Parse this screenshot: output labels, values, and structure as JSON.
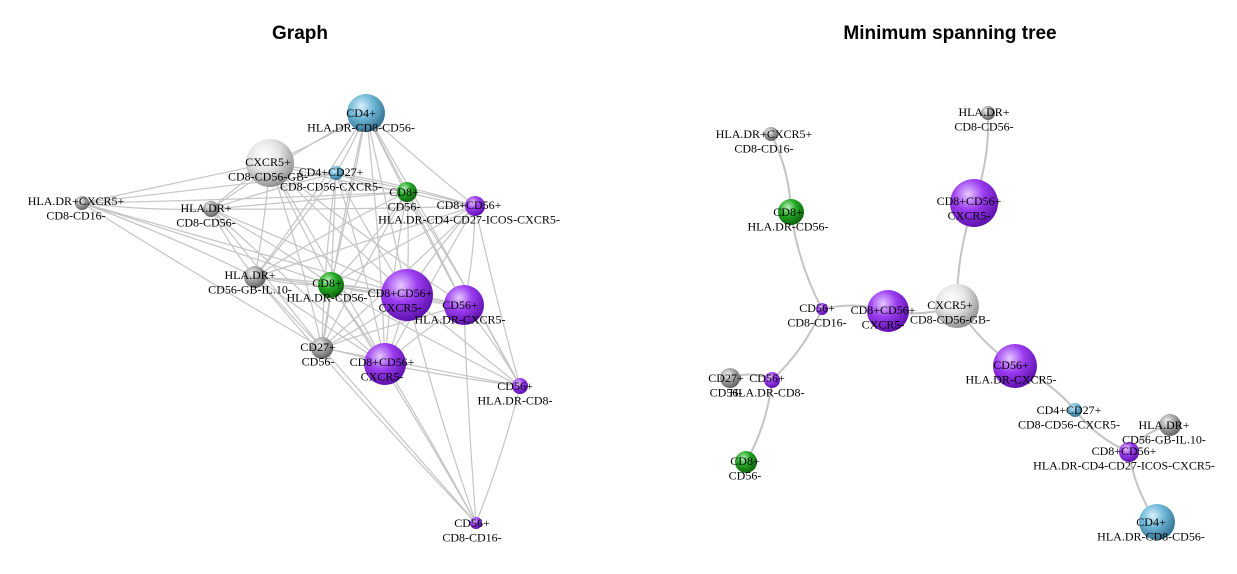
{
  "panels": [
    {
      "id": "graph",
      "title": "Graph",
      "nodes": [
        {
          "id": "cd4_hladr",
          "lines": [
            "CD4+",
            "HLA.DR-CD8-CD56-"
          ],
          "color": "blue"
        },
        {
          "id": "cxcr5_cd8cd56gb",
          "lines": [
            "CXCR5+",
            "CD8-CD56-GB-"
          ],
          "color": "white"
        },
        {
          "id": "cd4cd27",
          "lines": [
            "CD4+CD27+",
            "CD8-CD56-CXCR5-"
          ],
          "color": "blue"
        },
        {
          "id": "cd8_cd56neg",
          "lines": [
            "CD8+",
            "CD56-"
          ],
          "color": "green"
        },
        {
          "id": "cd8cd56_icos",
          "lines": [
            "CD8+CD56+",
            "HLA.DR-CD4-CD27-ICOS-CXCR5-"
          ],
          "color": "purple"
        },
        {
          "id": "hladr_cxcr5",
          "lines": [
            "HLA.DR+CXCR5+",
            "CD8-CD16-"
          ],
          "color": "grey"
        },
        {
          "id": "hladr_cd8cd56",
          "lines": [
            "HLA.DR+",
            "CD8-CD56-"
          ],
          "color": "grey"
        },
        {
          "id": "hladr_il10",
          "lines": [
            "HLA.DR+",
            "CD56-GB-IL.10-"
          ],
          "color": "grey"
        },
        {
          "id": "cd8_hladr_cd56",
          "lines": [
            "CD8+",
            "HLA.DR-CD56-"
          ],
          "color": "green"
        },
        {
          "id": "cd8cd56_cxcr5_a",
          "lines": [
            "CD8+CD56+",
            "CXCR5-"
          ],
          "color": "purple"
        },
        {
          "id": "cd56_hladr_cxcr5",
          "lines": [
            "CD56+",
            "HLA.DR-CXCR5-"
          ],
          "color": "purple"
        },
        {
          "id": "cd27_cd56",
          "lines": [
            "CD27+",
            "CD56-"
          ],
          "color": "grey"
        },
        {
          "id": "cd8cd56_cxcr5_b",
          "lines": [
            "CD8+CD56+",
            "CXCR5-"
          ],
          "color": "purple"
        },
        {
          "id": "cd56_hladr_cd8",
          "lines": [
            "CD56+",
            "HLA.DR-CD8-"
          ],
          "color": "purple"
        },
        {
          "id": "cd56_cd8cd16",
          "lines": [
            "CD56+",
            "CD8-CD16-"
          ],
          "color": "purple"
        }
      ]
    },
    {
      "id": "mst",
      "title": "Minimum spanning tree",
      "nodes": [
        {
          "id": "hladr_cd8cd56",
          "lines": [
            "HLA.DR+",
            "CD8-CD56-"
          ],
          "color": "grey"
        },
        {
          "id": "hladr_cxcr5",
          "lines": [
            "HLA.DR+CXCR5+",
            "CD8-CD16-"
          ],
          "color": "grey"
        },
        {
          "id": "cd8cd56_cxcr5_a",
          "lines": [
            "CD8+CD56+",
            "CXCR5-"
          ],
          "color": "purple"
        },
        {
          "id": "cd8_hladr_cd56",
          "lines": [
            "CD8+",
            "HLA.DR-CD56-"
          ],
          "color": "green"
        },
        {
          "id": "cd56_cd8cd16",
          "lines": [
            "CD56+",
            "CD8-CD16-"
          ],
          "color": "purple"
        },
        {
          "id": "cd8cd56_cxcr5_b",
          "lines": [
            "CD8+CD56+",
            "CXCR5-"
          ],
          "color": "purple"
        },
        {
          "id": "cxcr5_cd8cd56gb",
          "lines": [
            "CXCR5+",
            "CD8-CD56-GB-"
          ],
          "color": "white"
        },
        {
          "id": "cd56_hladr_cxcr5",
          "lines": [
            "CD56+",
            "HLA.DR-CXCR5-"
          ],
          "color": "purple"
        },
        {
          "id": "cd27_cd56",
          "lines": [
            "CD27+",
            "CD56-"
          ],
          "color": "grey"
        },
        {
          "id": "cd56_hladr_cd8",
          "lines": [
            "CD56+",
            "HLA.DR-CD8-"
          ],
          "color": "purple"
        },
        {
          "id": "cd8_cd56neg",
          "lines": [
            "CD8+",
            "CD56-"
          ],
          "color": "green"
        },
        {
          "id": "cd4cd27",
          "lines": [
            "CD4+CD27+",
            "CD8-CD56-CXCR5-"
          ],
          "color": "blue"
        },
        {
          "id": "hladr_il10",
          "lines": [
            "HLA.DR+",
            "CD56-GB-IL.10-"
          ],
          "color": "grey"
        },
        {
          "id": "cd8cd56_icos",
          "lines": [
            "CD8+CD56+",
            "HLA.DR-CD4-CD27-ICOS-CXCR5-"
          ],
          "color": "purple"
        },
        {
          "id": "cd4_hladr",
          "lines": [
            "CD4+",
            "HLA.DR-CD8-CD56-"
          ],
          "color": "blue"
        }
      ],
      "edges": [
        [
          "hladr_cd8cd56",
          "cd8cd56_cxcr5_a"
        ],
        [
          "cd8cd56_cxcr5_a",
          "cxcr5_cd8cd56gb"
        ],
        [
          "hladr_cxcr5",
          "cd8_hladr_cd56"
        ],
        [
          "cd8_hladr_cd56",
          "cd56_cd8cd16"
        ],
        [
          "cd56_cd8cd16",
          "cd8cd56_cxcr5_b"
        ],
        [
          "cd8cd56_cxcr5_b",
          "cxcr5_cd8cd56gb"
        ],
        [
          "cd56_cd8cd16",
          "cd56_hladr_cd8"
        ],
        [
          "cd56_hladr_cd8",
          "cd27_cd56"
        ],
        [
          "cd56_hladr_cd8",
          "cd8_cd56neg"
        ],
        [
          "cxcr5_cd8cd56gb",
          "cd56_hladr_cxcr5"
        ],
        [
          "cd56_hladr_cxcr5",
          "cd4cd27"
        ],
        [
          "cd4cd27",
          "cd8cd56_icos"
        ],
        [
          "cd8cd56_icos",
          "hladr_il10"
        ],
        [
          "cd8cd56_icos",
          "cd4_hladr"
        ]
      ]
    }
  ],
  "colors": {
    "purple": "#8a2be2",
    "green": "#1a9a1a",
    "blue": "#5aa6cc",
    "grey": "#9a9a9a",
    "white": "#e2e2e2",
    "edge": "#c4c4c4"
  }
}
